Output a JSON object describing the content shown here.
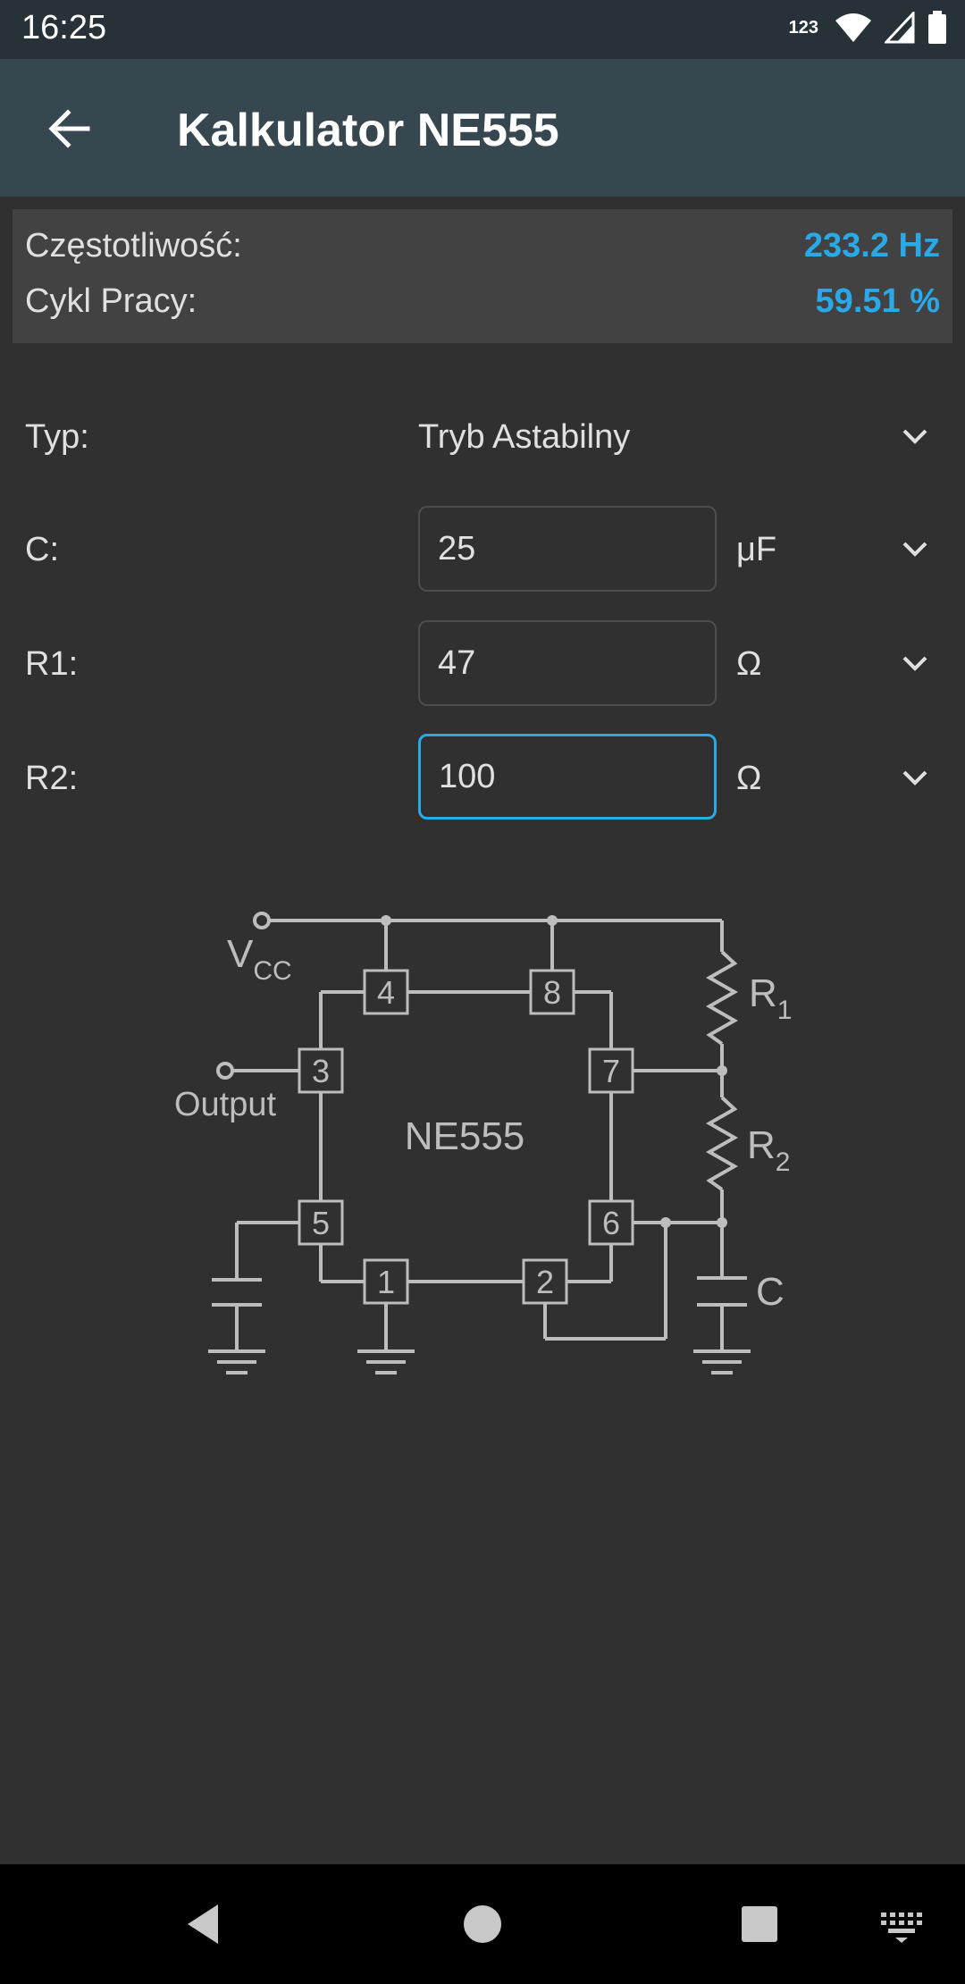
{
  "status_bar": {
    "time": "16:25",
    "network_label": "123",
    "icons": [
      "wifi-icon",
      "cell-signal-icon",
      "battery-icon"
    ]
  },
  "app_bar": {
    "title": "Kalkulator NE555",
    "back_icon": "arrow-back-icon"
  },
  "results": {
    "frequency_label": "Częstotliwość:",
    "frequency_value": "233.2 Hz",
    "duty_label": "Cykl Pracy:",
    "duty_value": "59.51 %"
  },
  "form": {
    "type": {
      "label": "Typ:",
      "value": "Tryb Astabilny"
    },
    "c": {
      "label": "C:",
      "value": "25",
      "unit": "μF"
    },
    "r1": {
      "label": "R1:",
      "value": "47",
      "unit": "Ω"
    },
    "r2": {
      "label": "R2:",
      "value": "100",
      "unit": "Ω"
    }
  },
  "diagram": {
    "chip_label": "NE555",
    "vcc_main": "V",
    "vcc_sub": "CC",
    "output_label": "Output",
    "r1_main": "R",
    "r1_sub": "1",
    "r2_main": "R",
    "r2_sub": "2",
    "c_label": "C",
    "pins": [
      "4",
      "8",
      "3",
      "7",
      "5",
      "6",
      "1",
      "2"
    ]
  },
  "colors": {
    "accent": "#29a9e8",
    "background": "#303030",
    "app_bar": "#37474f",
    "status_bar": "#263238",
    "results_panel": "#424242"
  },
  "nav_bar": {
    "icons": [
      "back-triangle-icon",
      "home-circle-icon",
      "recents-square-icon",
      "keyboard-icon"
    ]
  }
}
